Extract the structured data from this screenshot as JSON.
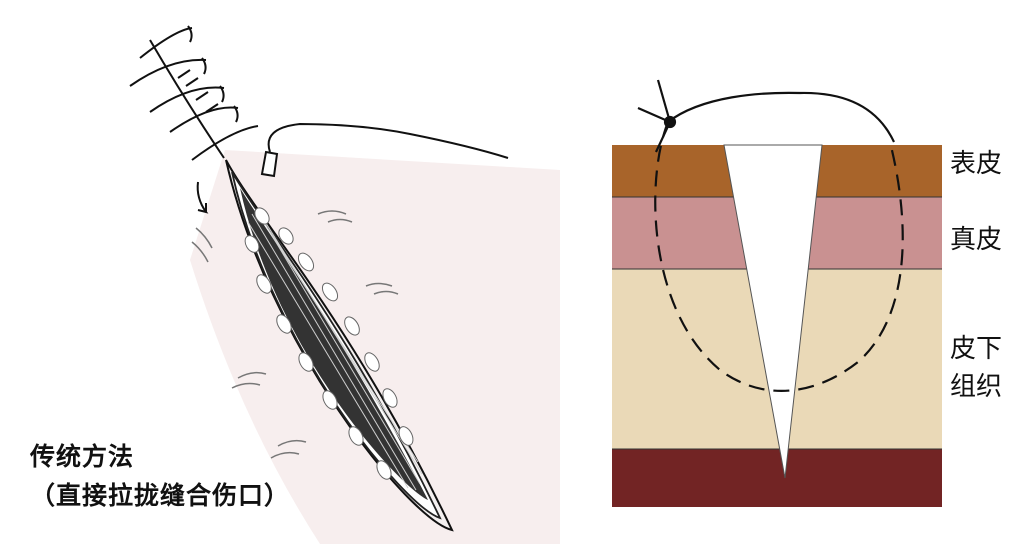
{
  "left_panel": {
    "caption_title": "传统方法",
    "caption_subtitle": "（直接拉拢缝合伤口）"
  },
  "right_panel": {
    "layers": [
      {
        "label": "表皮",
        "color": "#a8642a"
      },
      {
        "label": "真皮",
        "color": "#c99191"
      },
      {
        "label": "皮下\n组织",
        "color": "#ead9b7"
      },
      {
        "label": "",
        "color": "#722424"
      }
    ]
  }
}
